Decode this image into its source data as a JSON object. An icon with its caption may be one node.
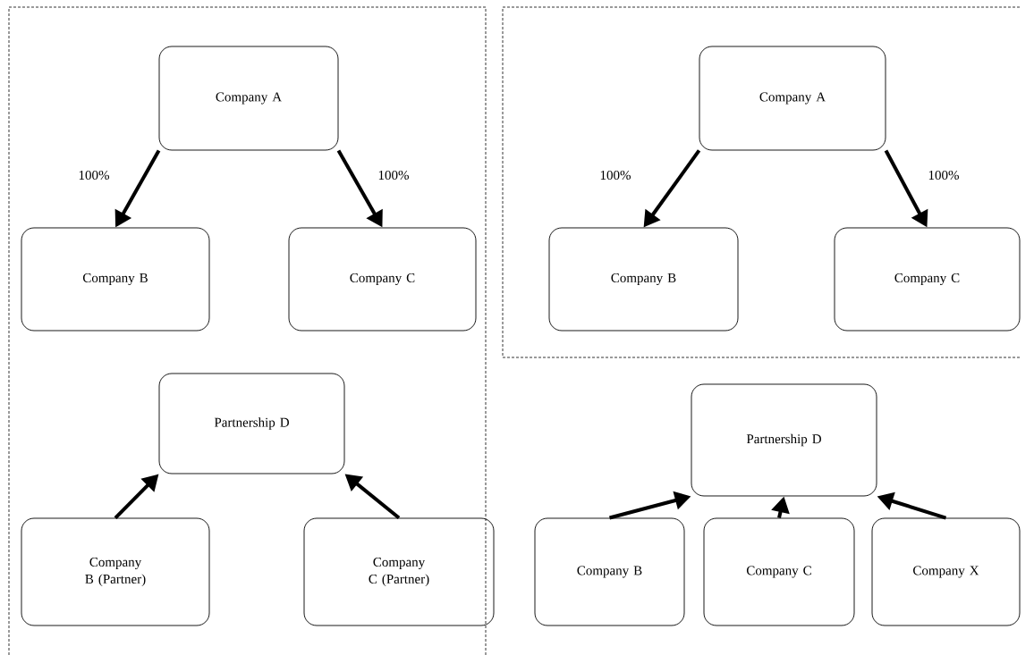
{
  "diagram": {
    "nodes": [
      {
        "text": [
          "Company A"
        ]
      },
      {
        "text": [
          "Company B"
        ]
      },
      {
        "text": [
          "Company C"
        ]
      },
      {
        "text": [
          "Partnership D"
        ]
      },
      {
        "text": [
          "Company B (Partner)"
        ]
      },
      {
        "text": [
          "Company C (Partner)"
        ]
      },
      {
        "text": [
          "Company A"
        ]
      },
      {
        "text": [
          "Company B"
        ]
      },
      {
        "text": [
          "Company C"
        ]
      },
      {
        "text": [
          "Partnership D"
        ]
      },
      {
        "text": [
          "Company B"
        ]
      },
      {
        "text": [
          "Company C"
        ]
      },
      {
        "text": [
          "Company X"
        ]
      }
    ],
    "edges": [
      {
        "from": 0,
        "to": 1,
        "arrow": "to",
        "label": "100%"
      },
      {
        "from": 0,
        "to": 2,
        "arrow": "to",
        "label": "100%"
      },
      {
        "from": 4,
        "to": 3,
        "arrow": "to"
      },
      {
        "from": 5,
        "to": 3,
        "arrow": "to"
      },
      {
        "from": 6,
        "to": 7,
        "arrow": "to",
        "label": "100%"
      },
      {
        "from": 6,
        "to": 8,
        "arrow": "to",
        "label": "100%"
      },
      {
        "from": 10,
        "to": 9,
        "arrow": "to"
      },
      {
        "from": 11,
        "to": 9,
        "arrow": "to"
      },
      {
        "from": 12,
        "to": 9,
        "arrow": "to"
      }
    ]
  }
}
